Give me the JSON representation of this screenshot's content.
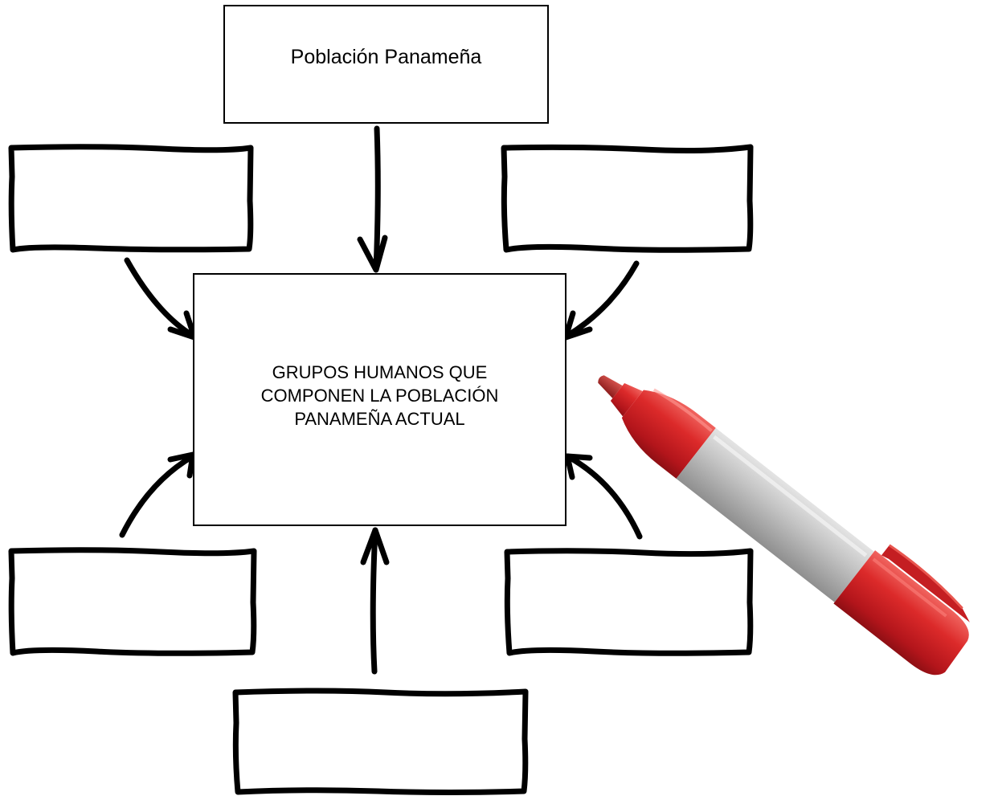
{
  "top_box": {
    "label": "Población Panameña"
  },
  "center_box": {
    "lines": [
      "GRUPOS HUMANOS QUE",
      "COMPONEN LA POBLACIÓN",
      "PANAMEÑA ACTUAL"
    ]
  },
  "empty_boxes": [
    "top-left",
    "top-right",
    "bottom-left",
    "bottom-right",
    "bottom-center"
  ],
  "colors": {
    "ink": "#000000",
    "marker_body": "#d11f25",
    "marker_grip": "#b9b9b9",
    "background": "#ffffff"
  },
  "icons": {
    "marker": "red-marker-icon"
  }
}
